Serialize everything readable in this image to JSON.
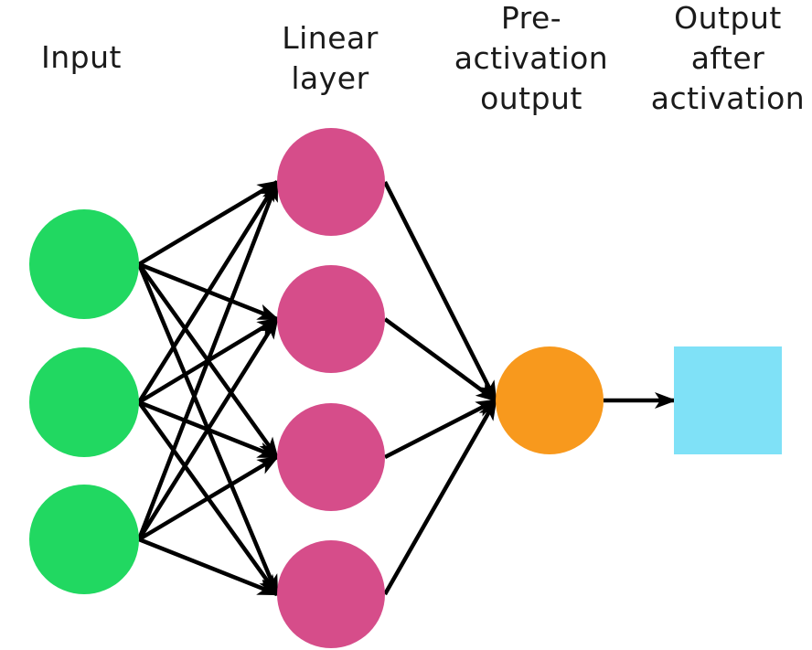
{
  "labels": {
    "input": [
      "Input"
    ],
    "linear_layer": [
      "Linear",
      "layer"
    ],
    "pre_activation_output": [
      "Pre-",
      "activation",
      "output"
    ],
    "output_after_activation": [
      "Output",
      "after",
      "activation"
    ]
  },
  "network": {
    "layers": [
      {
        "name": "input",
        "shape": "circle",
        "node_count": 3,
        "color": "#21d861"
      },
      {
        "name": "linear-layer",
        "shape": "circle",
        "node_count": 4,
        "color": "#d64d8a"
      },
      {
        "name": "pre-activation-output",
        "shape": "circle",
        "node_count": 1,
        "color": "#f8991d"
      },
      {
        "name": "output-after-activation",
        "shape": "square",
        "node_count": 1,
        "color": "#7fe1f7"
      }
    ],
    "edge_pairs": [
      [
        0,
        1
      ],
      [
        1,
        2
      ],
      [
        2,
        3
      ]
    ],
    "edge_color": "#000000",
    "text_color": "#1a1a1a",
    "background_color": "#ffffff"
  }
}
